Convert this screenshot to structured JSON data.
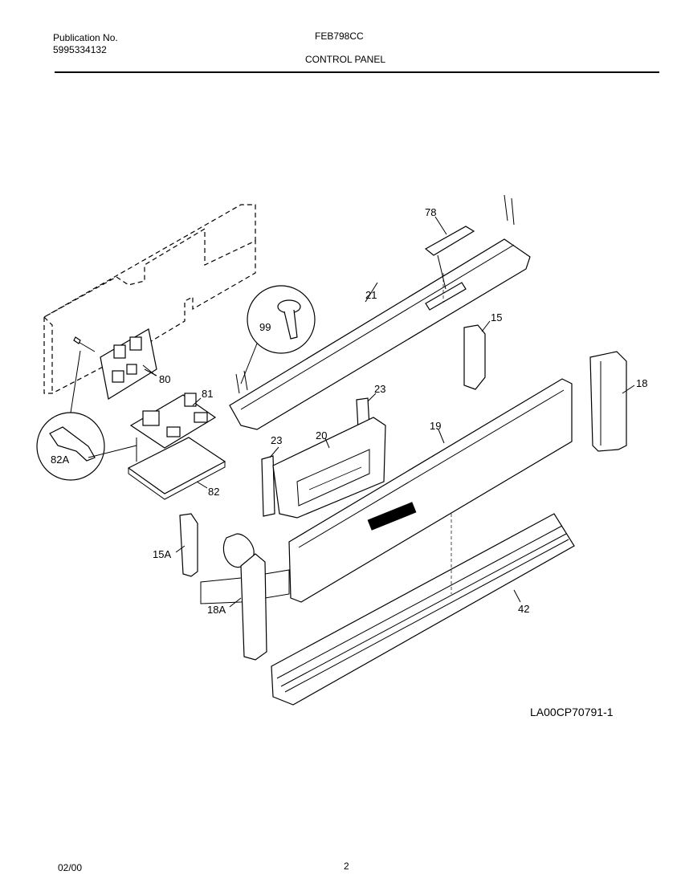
{
  "header": {
    "publication_label": "Publication No.",
    "publication_number": "5995334132",
    "model": "FEB798CC",
    "section": "CONTROL PANEL"
  },
  "diagram": {
    "callouts": {
      "c78": "78",
      "c21": "21",
      "c99": "99",
      "c15": "15",
      "c18": "18",
      "c80": "80",
      "c81": "81",
      "c23a": "23",
      "c23b": "23",
      "c20": "20",
      "c19": "19",
      "c82A": "82A",
      "c82": "82",
      "c15A": "15A",
      "c18A": "18A",
      "c42": "42"
    },
    "drawing_id": "LA00CP70791-1"
  },
  "footer": {
    "date": "02/00",
    "page": "2"
  }
}
